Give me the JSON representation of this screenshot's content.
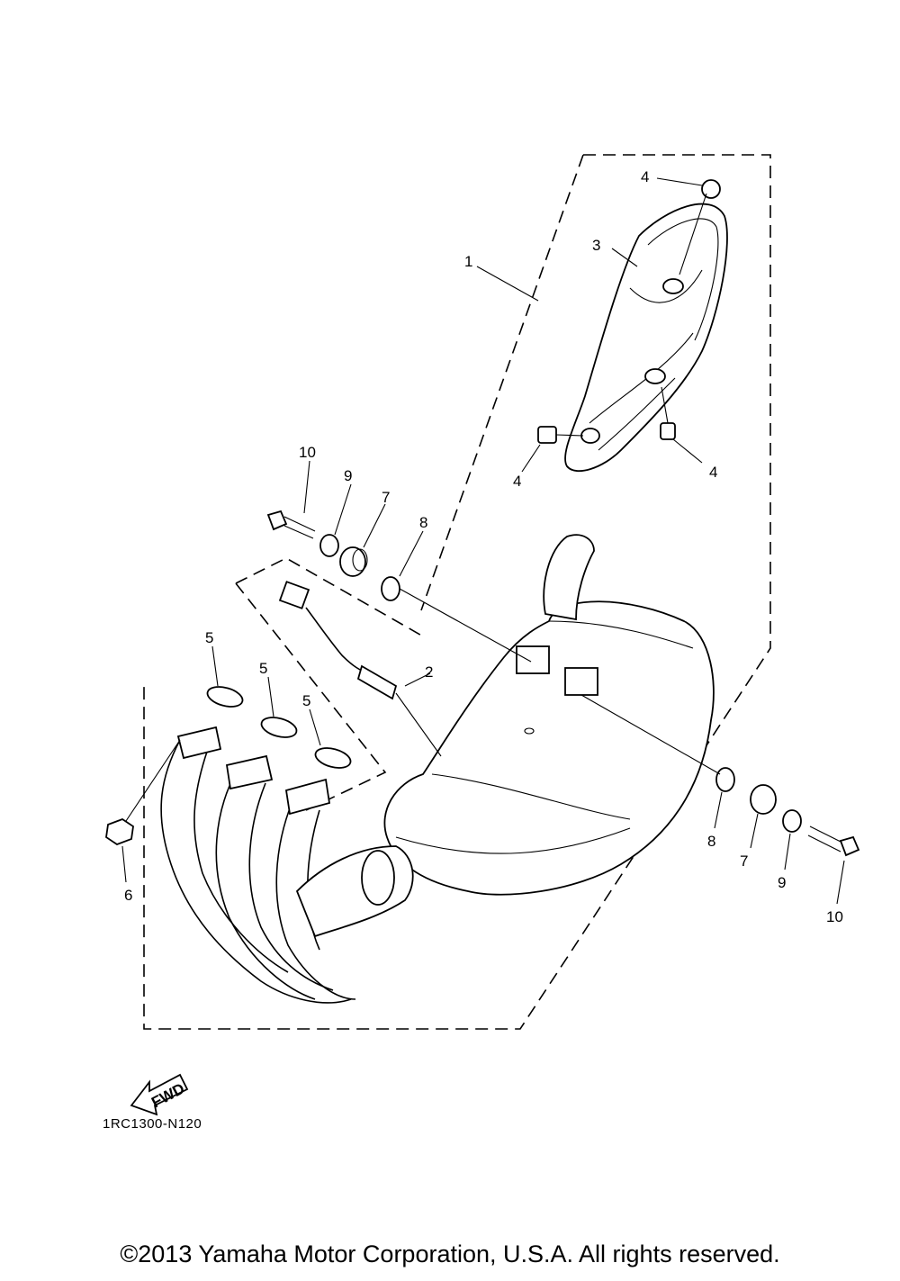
{
  "callouts": {
    "c1": "1",
    "c2": "2",
    "c3": "3",
    "c4a": "4",
    "c4b": "4",
    "c4c": "4",
    "c5a": "5",
    "c5b": "5",
    "c5c": "5",
    "c6": "6",
    "c7a": "7",
    "c7b": "7",
    "c8a": "8",
    "c8b": "8",
    "c9a": "9",
    "c9b": "9",
    "c10a": "10",
    "c10b": "10"
  },
  "fwd_label": "FWD",
  "drawing_code": "1RC1300-N120",
  "copyright": "©2013 Yamaha Motor Corporation, U.S.A. All rights reserved."
}
